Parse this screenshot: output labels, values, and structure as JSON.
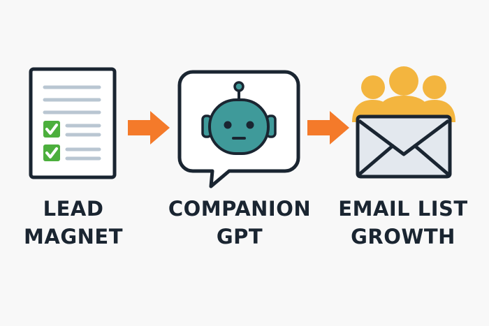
{
  "diagram": {
    "steps": [
      {
        "line1": "LEAD",
        "line2": "MAGNET",
        "icon": "document-checklist-icon"
      },
      {
        "line1": "COMPANION",
        "line2": "GPT",
        "icon": "robot-chat-bubble-icon"
      },
      {
        "line1": "EMAIL LIST",
        "line2": "GROWTH",
        "icon": "envelope-people-icon"
      }
    ],
    "connectors": [
      "arrow-right-icon",
      "arrow-right-icon"
    ],
    "colors": {
      "outline": "#1a2531",
      "arrow": "#f47a2a",
      "check": "#4caf3d",
      "robot": "#3f9a9a",
      "people": "#f3b53f",
      "envelope": "#e3e8ee",
      "lines": "#b9c6d2"
    }
  }
}
